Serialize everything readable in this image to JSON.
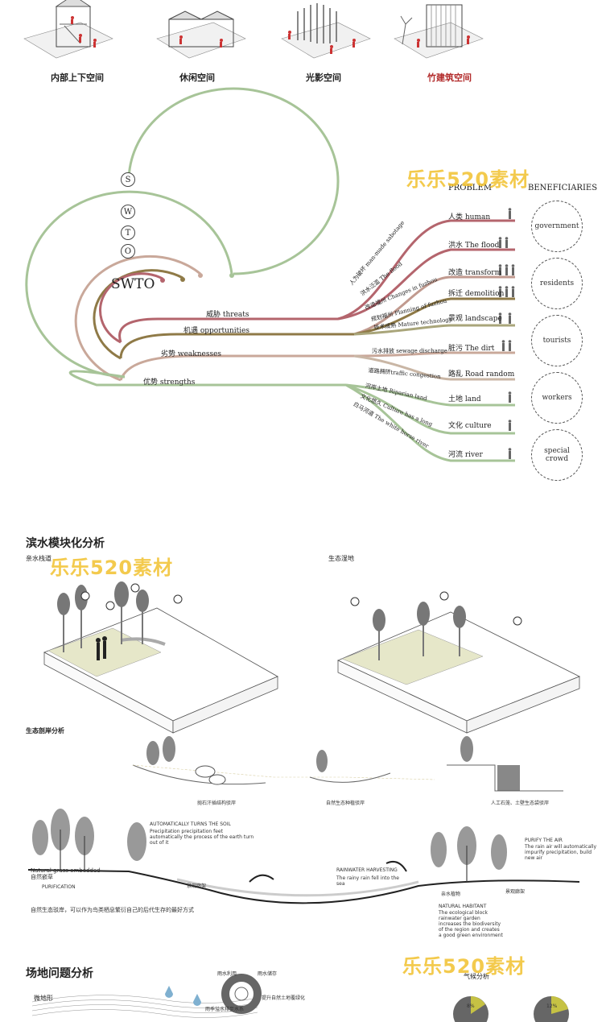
{
  "space_types": [
    {
      "label": "内部上下空间"
    },
    {
      "label": "休闲空间"
    },
    {
      "label": "光影空间"
    },
    {
      "label": "竹建筑空间"
    }
  ],
  "swot": {
    "center_label": "SWTO",
    "nodes": [
      "S",
      "W",
      "T",
      "O"
    ],
    "problem_header": "PROBLEM",
    "beneficiaries_header": "BENEFICIARIES",
    "arms": [
      {
        "label": "威胁 threats",
        "color": "#b4656d"
      },
      {
        "label": "机遇 opportunities",
        "color": "#8f7a47"
      },
      {
        "label": "劣势 weaknesses",
        "color": "#c9a89a"
      },
      {
        "label": "优势 strengths",
        "color": "#a7c498"
      }
    ],
    "factors": [
      "人为破坏 man-made sabotage",
      "洪水泛滥 The flood",
      "改造福州 Changes in fuzhou",
      "规划福州 Planning of fuzhou",
      "技术成熟 Mature technology",
      "污水排放 sewage discharge",
      "道路拥挤traffic congestion",
      "河岸土地 Riparian land",
      "文化悠久 Culture has a long",
      "白马河道 The white horse river"
    ],
    "problems": [
      {
        "label": "人类 human",
        "color": "#b4656d"
      },
      {
        "label": "洪水 The flood",
        "color": "#b4656d"
      },
      {
        "label": "改造 transform",
        "color": "#c19a8f"
      },
      {
        "label": "拆迁 demolition",
        "color": "#8f7a47"
      },
      {
        "label": "景观 landscape",
        "color": "#a9a57a"
      },
      {
        "label": "脏污 The dirt",
        "color": "#c9a89a"
      },
      {
        "label": "路乱 Road random",
        "color": "#c9b6a5"
      },
      {
        "label": "土地 land",
        "color": "#a7c498"
      },
      {
        "label": "文化 culture",
        "color": "#a7c498"
      },
      {
        "label": "河流 river",
        "color": "#a7c498"
      }
    ],
    "beneficiaries": [
      "government",
      "residents",
      "tourists",
      "workers",
      "special crowd"
    ]
  },
  "waterfront": {
    "title": "滨水模块化分析",
    "left_label": "亲水栈道",
    "right_label": "生态湿地",
    "bank_title": "生态剖岸分析",
    "bank_types": [
      "抛石汗插结构驳岸",
      "自然生态种植驳岸",
      "人工石笼、土壁生态袋驳岸"
    ],
    "section_labels": {
      "natural_grass": "Natural grass embedded",
      "natural_grass_cn": "自然嵌草",
      "purification": "PURIFICATION",
      "auto_turns": "AUTOMATICALLY TURNS THE SOIL",
      "auto_desc": "Precipitation precipitation feet automatically the process of the earth turn out of it",
      "landscape_frame": "景观廊架",
      "rainwater": "RAINWATER HARVESTING",
      "rain_desc": "The rainy rain fell into the sea",
      "water_plant": "亲水植物",
      "natural_habitat": "NATURAL HABITANT",
      "habitat_desc": "The ecological block rainwater garden increases the biodiversity of the region and creates a good green environment",
      "purify": "PURIFY THE AIR",
      "purify_desc": "The rain air will automatically impurify precipitation, build new air",
      "landscape_frame2": "景观廊架",
      "bottom_note": "自然生态驳岸，可以作为鸟类栖息繁衍自己的后代生存的最好方式"
    }
  },
  "site": {
    "title": "场地问题分析",
    "terrain": "微地形",
    "climate": "气候分析",
    "pct_a": "8%",
    "pct_b": "12%",
    "ring_labels": [
      "雨水利用",
      "雨水储存",
      "雨季溢水排至水系",
      "提升自然土地覆绿化"
    ]
  },
  "watermarks": [
    "乐乐520素材",
    "乐乐520素材",
    "乐乐520素材"
  ],
  "colors": {
    "threats": "#b4656d",
    "opportunities": "#8f7a47",
    "weaknesses": "#c9a89a",
    "strengths": "#a7c498",
    "accent_red": "#b22a2a",
    "watermark": "#f2c12e"
  }
}
